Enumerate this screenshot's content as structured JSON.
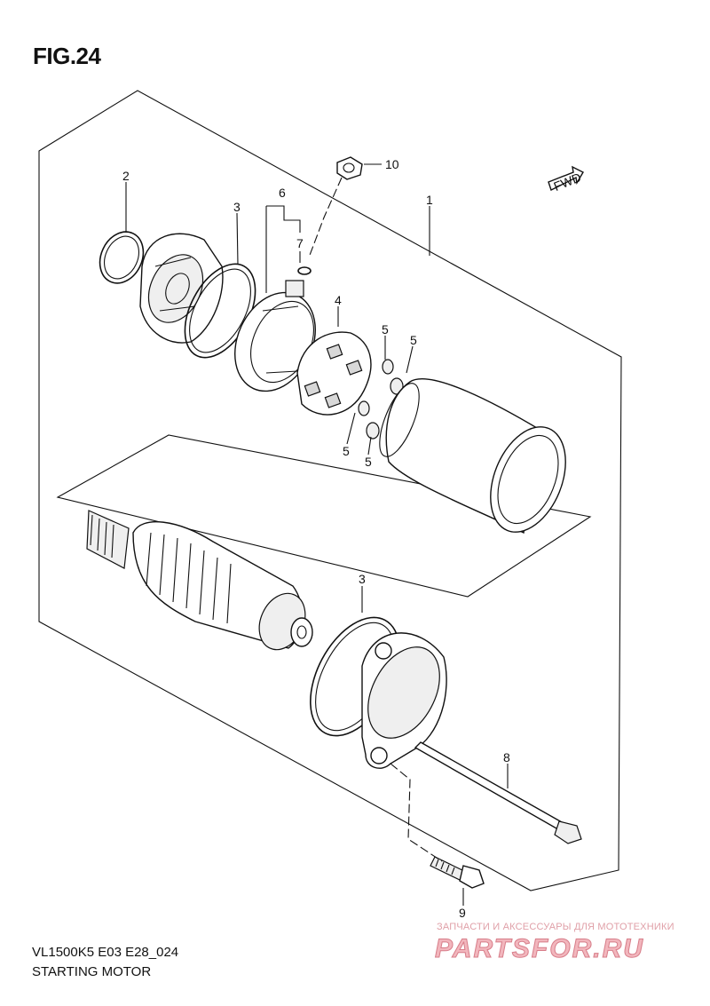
{
  "figure": {
    "title": "FIG.24",
    "model_code": "VL1500K5 E03 E28_024",
    "name": "STARTING MOTOR"
  },
  "direction_tag": "FWD",
  "callouts": [
    "1",
    "2",
    "3",
    "3",
    "4",
    "5",
    "5",
    "5",
    "5",
    "6",
    "7",
    "8",
    "9",
    "10"
  ],
  "watermark": {
    "tagline": "ЗАПЧАСТИ И АКСЕССУАРЫ ДЛЯ МОТОТЕХНИКИ",
    "logo": "PARTSFOR.RU"
  }
}
